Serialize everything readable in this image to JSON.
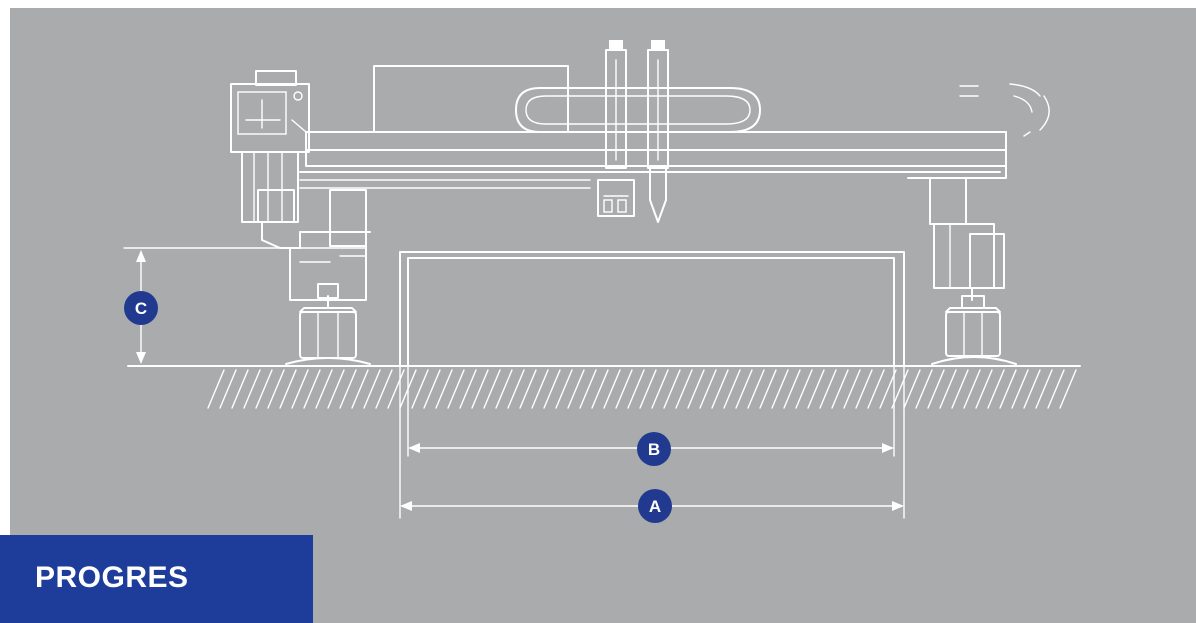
{
  "title": "PROGRES",
  "dimensions": [
    {
      "key": "a",
      "label": "A"
    },
    {
      "key": "b",
      "label": "B"
    },
    {
      "key": "c",
      "label": "C"
    }
  ],
  "colors": {
    "panel_background": "#a9abad",
    "line_art": "#ffffff",
    "badge": "#213a8f",
    "title_bar": "#1e3c9a"
  }
}
